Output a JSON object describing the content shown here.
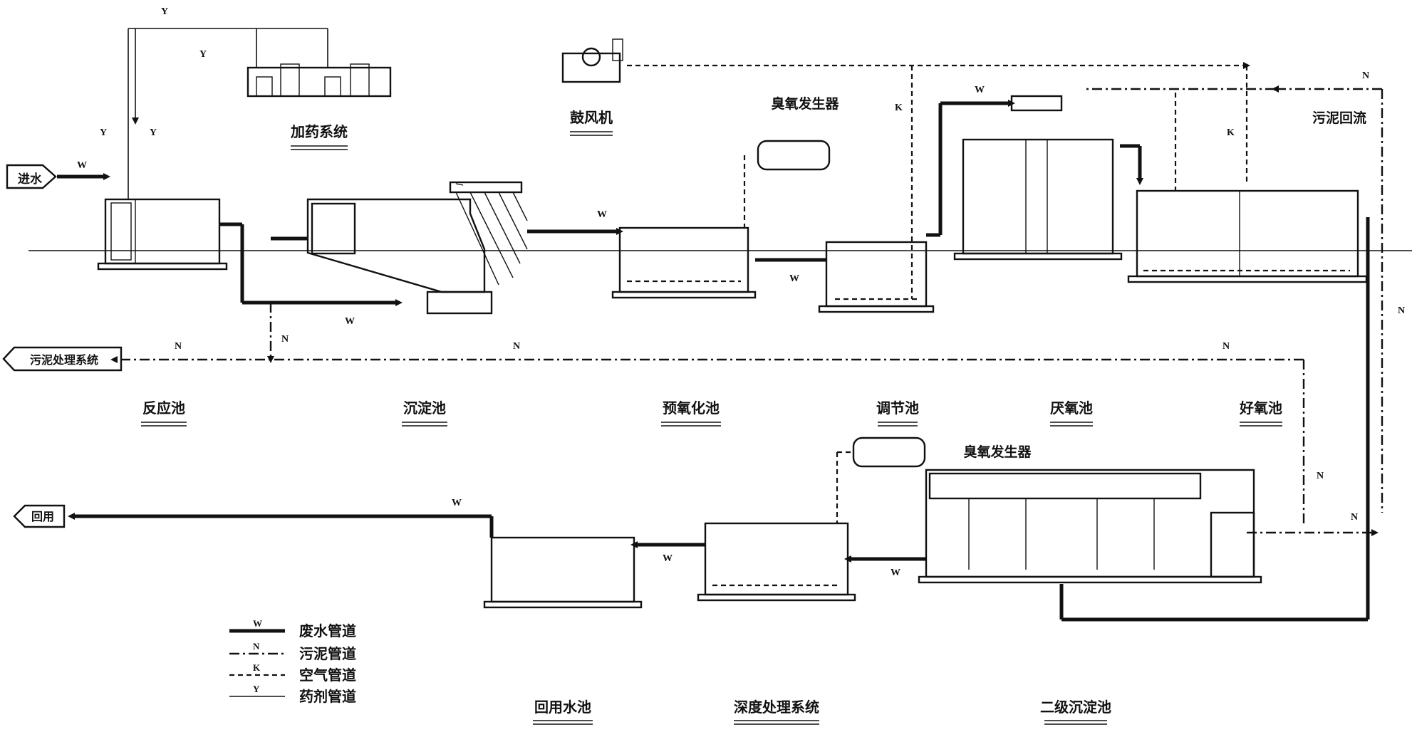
{
  "labels": {
    "inflow": "进水",
    "dosing": "加药系统",
    "blower": "鼓风机",
    "ozone1": "臭氧发生器",
    "sludge_return": "污泥回流",
    "sludge_system": "污泥处理系统",
    "reaction": "反应池",
    "sedimentation": "沉淀池",
    "preoxidation": "预氧化池",
    "regulating": "调节池",
    "anoxic": "厌氧池",
    "aerobic": "好氧池",
    "reuse_out": "回用",
    "ozone2": "臭氧发生器",
    "reuse_pool": "回用水池",
    "advanced": "深度处理系统",
    "secondary": "二级沉淀池"
  },
  "pipe_letters": {
    "W": "W",
    "N": "N",
    "K": "K",
    "Y": "Y"
  },
  "legend": {
    "items": [
      {
        "code": "W",
        "label": "废水管道"
      },
      {
        "code": "N",
        "label": "污泥管道"
      },
      {
        "code": "K",
        "label": "空气管道"
      },
      {
        "code": "Y",
        "label": "药剂管道"
      }
    ]
  }
}
